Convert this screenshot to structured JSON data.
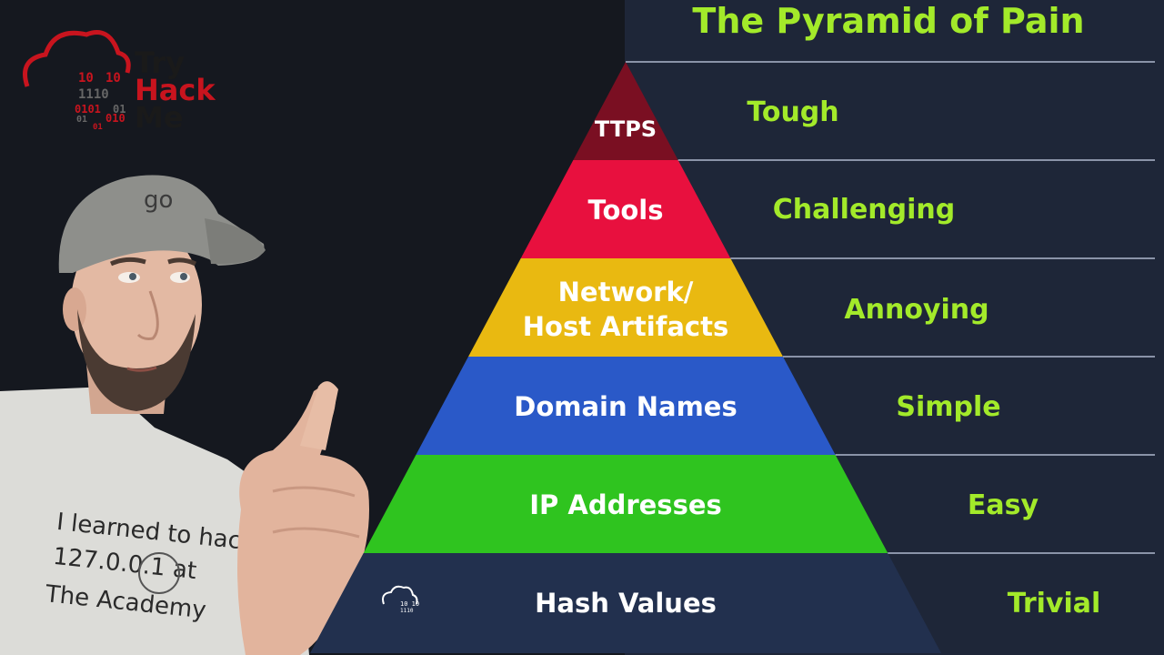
{
  "title": "The Pyramid of Pain",
  "logo": {
    "line1": "Try",
    "line2": "Hack",
    "line3": "Me",
    "bits": [
      "10",
      "10",
      "1110",
      "0101",
      "01",
      "01",
      "010",
      "01"
    ]
  },
  "levels": [
    {
      "label": "TTPS",
      "pain": "Tough",
      "color": "#7a0f22"
    },
    {
      "label": "Tools",
      "pain": "Challenging",
      "color": "#e8103e"
    },
    {
      "label_line1": "Network/",
      "label_line2": "Host Artifacts",
      "pain": "Annoying",
      "color": "#e9b911"
    },
    {
      "label": "Domain Names",
      "pain": "Simple",
      "color": "#2a59c8"
    },
    {
      "label": "IP Addresses",
      "pain": "Easy",
      "color": "#2fc41f"
    },
    {
      "label": "Hash Values",
      "pain": "Trivial",
      "color": "#22304e"
    }
  ],
  "colors": {
    "background": "#15181f",
    "panel": "#1e2638",
    "accent_green": "#a3ea2a",
    "logo_red": "#c8141e",
    "divider": "#8a93a8"
  },
  "person_shirt_text": [
    "I learned to hack",
    "127.0.0.1 at",
    "The Academy"
  ],
  "cap_text": "go"
}
